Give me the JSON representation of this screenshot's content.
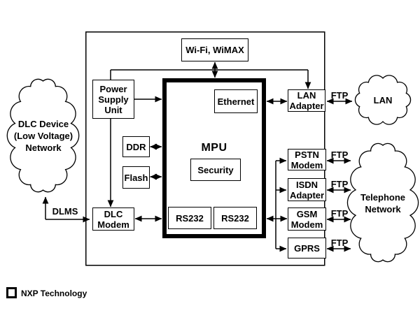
{
  "clouds": {
    "dlc": {
      "lines": [
        "DLC Device",
        "(Low Voltage)",
        "Network"
      ]
    },
    "lan": {
      "label": "LAN"
    },
    "telephone": {
      "lines": [
        "Telephone",
        "Network"
      ]
    }
  },
  "boxes": {
    "wifi": "Wi-Fi, WiMAX",
    "psu": [
      "Power",
      "Supply",
      "Unit"
    ],
    "ddr": "DDR",
    "flash": "Flash",
    "dlc_modem": [
      "DLC",
      "Modem"
    ],
    "mpu": "MPU",
    "ethernet": "Ethernet",
    "security": "Security",
    "rs232_a": "RS232",
    "rs232_b": "RS232",
    "lan_adapter": [
      "LAN",
      "Adapter"
    ],
    "pstn_modem": [
      "PSTN",
      "Modem"
    ],
    "isdn_adapter": [
      "ISDN",
      "Adapter"
    ],
    "gsm_modem": [
      "GSM",
      "Modem"
    ],
    "gprs": "GPRS"
  },
  "edge_labels": {
    "dlms": "DLMS",
    "ftp_lan": "FTP",
    "ftp_pstn": "FTP",
    "ftp_isdn": "FTP",
    "ftp_gsm": "FTP",
    "ftp_gprs": "FTP"
  },
  "legend": {
    "label": "NXP Technology"
  },
  "colors": {
    "line": "#000000",
    "background": "#ffffff"
  }
}
